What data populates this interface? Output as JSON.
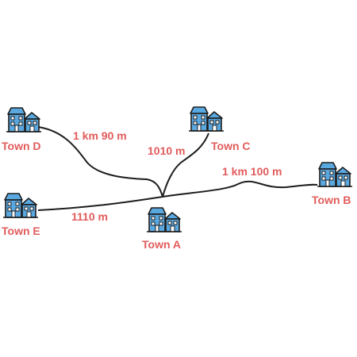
{
  "colors": {
    "label": "#e25b5b",
    "house_fill": "#5aa8e0",
    "outline": "#1d1d1d",
    "road": "#1d1d1d"
  },
  "towns": {
    "a": {
      "name": "Town A",
      "icon": "house-icon"
    },
    "b": {
      "name": "Town B",
      "icon": "house-icon"
    },
    "c": {
      "name": "Town C",
      "icon": "house-icon"
    },
    "d": {
      "name": "Town D",
      "icon": "house-icon"
    },
    "e": {
      "name": "Town E",
      "icon": "house-icon"
    }
  },
  "distances": {
    "a_to_b": "1 km 100 m",
    "a_to_c": "1010 m",
    "a_to_d": "1 km 90 m",
    "a_to_e": "1110 m"
  }
}
